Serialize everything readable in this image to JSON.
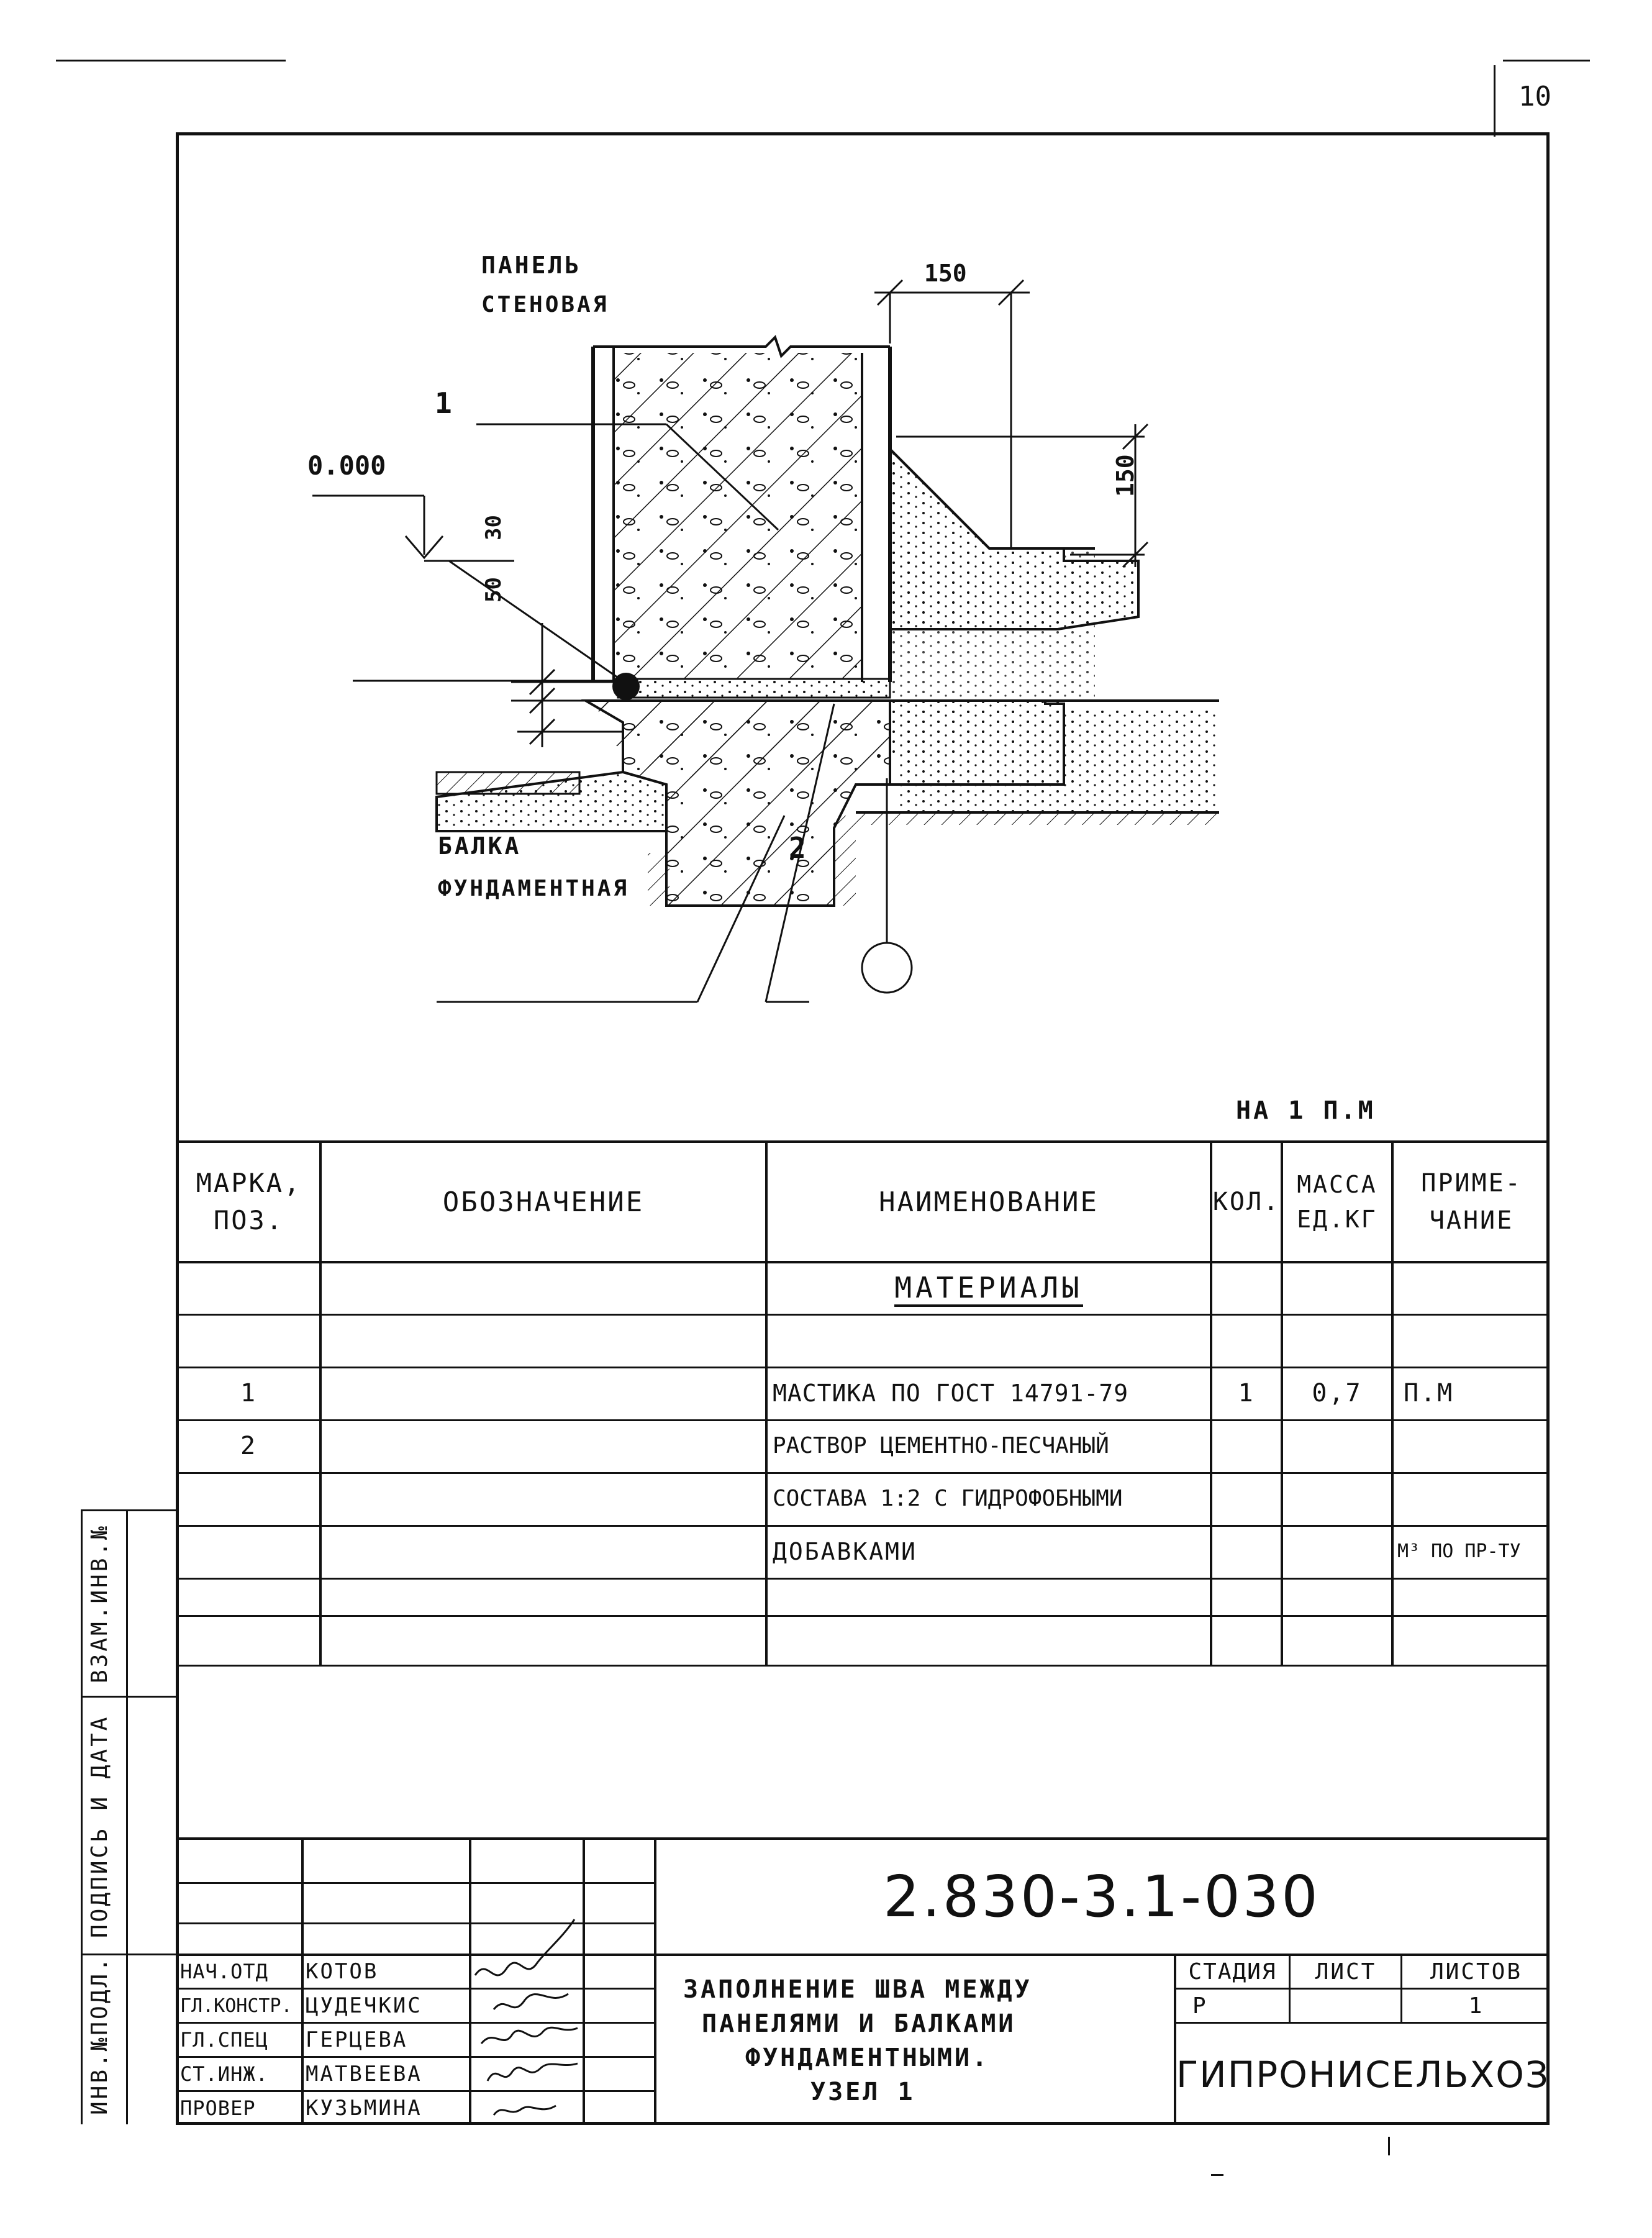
{
  "sheet_number": "10",
  "drawing": {
    "label_panel_line1": "ПАНЕЛЬ",
    "label_panel_line2": "СТЕНОВАЯ",
    "label_beam_line1": "БАЛКА",
    "label_beam_line2": "ФУНДАМЕНТНАЯ",
    "label_level": "0.000",
    "callout_1": "1",
    "callout_2": "2",
    "dim_top": "150",
    "dim_right": "150",
    "dim_30": "30",
    "dim_50": "50"
  },
  "per_unit": "НА 1 П.М",
  "spec_table": {
    "headers": {
      "mark": "МАРКА, ПОЗ.",
      "designation": "ОБОЗНАЧЕНИЕ",
      "name": "НАИМЕНОВАНИЕ",
      "qty": "КОЛ.",
      "mass": "МАССА ЕД.КГ",
      "note": "ПРИМЕ-ЧАНИЕ"
    },
    "section_title": "МАТЕРИАЛЫ",
    "rows": [
      {
        "mark": "1",
        "name": "МАСТИКА ПО ГОСТ 14791-79",
        "qty": "1",
        "mass": "0,7",
        "note": "П.М"
      },
      {
        "mark": "2",
        "name": "РАСТВОР ЦЕМЕНТНО-ПЕСЧАНЫЙ",
        "qty": "",
        "mass": "",
        "note": ""
      },
      {
        "mark": "",
        "name": "СОСТАВА 1:2 С ГИДРОФОБНЫМИ",
        "qty": "",
        "mass": "",
        "note": ""
      },
      {
        "mark": "",
        "name": "ДОБАВКАМИ",
        "qty": "",
        "mass": "",
        "note": "М³ ПО ПР-ТУ"
      }
    ]
  },
  "side_stamp": {
    "box1": "ВЗАМ.ИНВ.№",
    "box2": "ПОДПИСЬ И ДАТА",
    "box3": "ИНВ.№ПОДЛ."
  },
  "title_block": {
    "code": "2.830-3.1-030",
    "title_line1": "ЗАПОЛНЕНИЕ ШВА МЕЖДУ",
    "title_line2": "ПАНЕЛЯМИ И БАЛКАМИ",
    "title_line3": "ФУНДАМЕНТНЫМИ.",
    "title_line4": "УЗЕЛ 1",
    "stage_label": "СТАДИЯ",
    "sheet_label": "ЛИСТ",
    "sheets_label": "ЛИСТОВ",
    "stage_value": "Р",
    "sheets_value": "1",
    "organization": "ГИПРОНИСЕЛЬХОЗ",
    "staff": [
      {
        "role": "НАЧ.ОТД",
        "name": "КОТОВ"
      },
      {
        "role": "ГЛ.КОНСТР.",
        "name": "ЦУДЕЧКИС"
      },
      {
        "role": "ГЛ.СПЕЦ",
        "name": "ГЕРЦЕВА"
      },
      {
        "role": "СТ.ИНЖ.",
        "name": "МАТВЕЕВА"
      },
      {
        "role": "ПРОВЕР",
        "name": "КУЗЬМИНА"
      }
    ]
  }
}
